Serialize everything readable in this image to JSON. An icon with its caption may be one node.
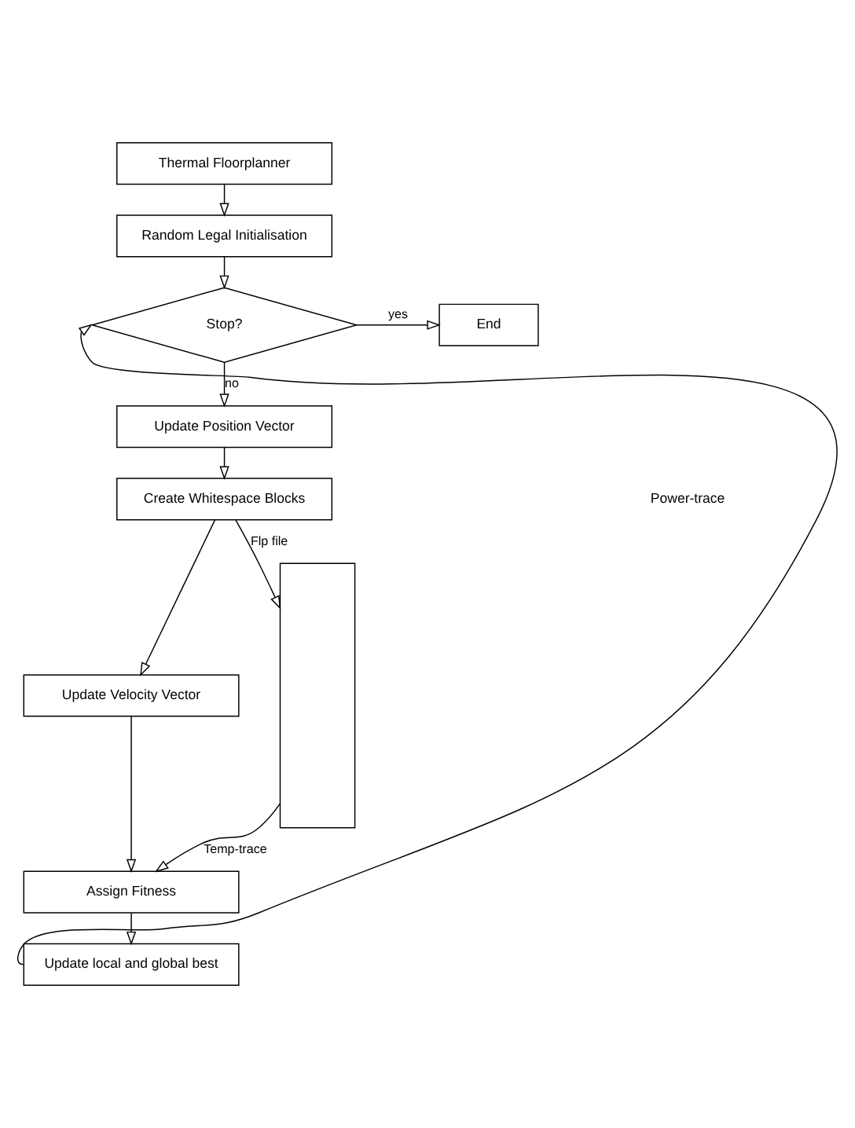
{
  "diagram": {
    "nodes": [
      {
        "text": [
          "Thermal Floorplanner"
        ]
      },
      {
        "text": [
          "Random Legal Initialisation"
        ]
      },
      {
        "text": [
          "Stop?"
        ]
      },
      {
        "text": [
          "End"
        ]
      },
      {
        "text": [
          "Update Position Vector"
        ]
      },
      {
        "text": [
          "Create Whitespace Blocks"
        ]
      },
      {
        "text": [
          "Update Velocity Vector"
        ]
      },
      {
        "text": [
          "Assign Fitness"
        ]
      },
      {
        "text": [
          "Update local and global best"
        ]
      },
      {
        "text": [],
        "shape": "box"
      }
    ],
    "edges": [
      {
        "from": 0,
        "to": 1,
        "arrow": "to"
      },
      {
        "from": 1,
        "to": 2,
        "arrow": "to"
      },
      {
        "from": 2,
        "to": 3,
        "arrow": "to",
        "label": "yes"
      },
      {
        "from": 2,
        "to": 4,
        "arrow": "to",
        "label": "no"
      },
      {
        "from": 4,
        "to": 5,
        "arrow": "to"
      },
      {
        "from": 5,
        "to": 9,
        "arrow": "to",
        "label": "Flp file"
      },
      {
        "from": 5,
        "to": 6,
        "arrow": "to"
      },
      {
        "from": 6,
        "to": 7,
        "arrow": "to"
      },
      {
        "from": 9,
        "to": 7,
        "arrow": "to",
        "label": "Temp-trace"
      },
      {
        "from": 7,
        "to": 8,
        "arrow": "to"
      },
      {
        "from": 8,
        "to": 2,
        "arrow": "to"
      }
    ],
    "labels": [
      "Power-trace"
    ]
  }
}
